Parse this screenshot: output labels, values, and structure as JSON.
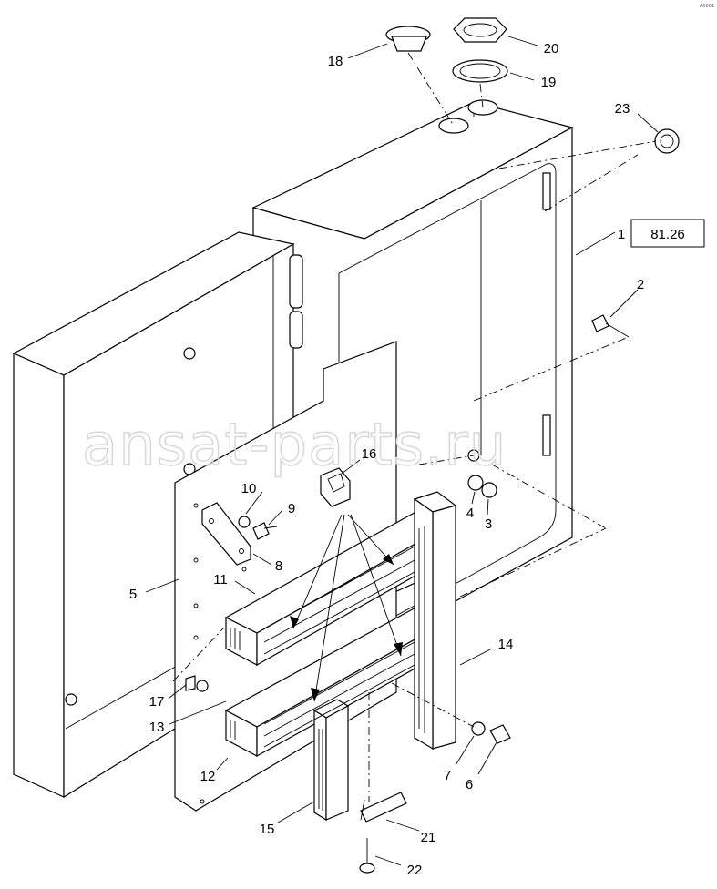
{
  "watermark": "ansat-parts.ru",
  "corner_mark": "A0001",
  "reference_box": {
    "label": "81.26"
  },
  "callouts": [
    {
      "id": "1",
      "text": "1"
    },
    {
      "id": "2",
      "text": "2"
    },
    {
      "id": "3",
      "text": "3"
    },
    {
      "id": "4",
      "text": "4"
    },
    {
      "id": "5",
      "text": "5"
    },
    {
      "id": "6",
      "text": "6"
    },
    {
      "id": "7",
      "text": "7"
    },
    {
      "id": "8",
      "text": "8"
    },
    {
      "id": "9",
      "text": "9"
    },
    {
      "id": "10",
      "text": "10"
    },
    {
      "id": "11",
      "text": "11"
    },
    {
      "id": "12",
      "text": "12"
    },
    {
      "id": "13",
      "text": "13"
    },
    {
      "id": "14",
      "text": "14"
    },
    {
      "id": "15",
      "text": "15"
    },
    {
      "id": "16",
      "text": "16"
    },
    {
      "id": "17",
      "text": "17"
    },
    {
      "id": "18",
      "text": "18"
    },
    {
      "id": "19",
      "text": "19"
    },
    {
      "id": "20",
      "text": "20"
    },
    {
      "id": "21",
      "text": "21"
    },
    {
      "id": "22",
      "text": "22"
    },
    {
      "id": "23",
      "text": "23"
    }
  ]
}
